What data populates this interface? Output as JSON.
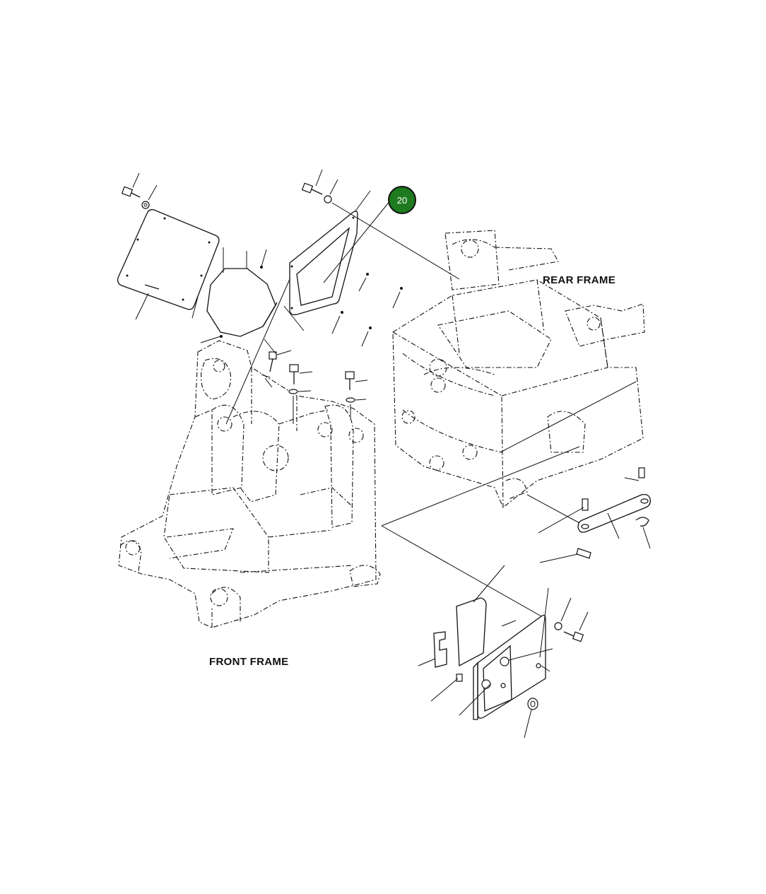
{
  "labels": {
    "rear_frame": "REAR FRAME",
    "front_frame": "FRONT FRAME"
  },
  "callout": {
    "number": "20",
    "color": "#1e7a1e"
  }
}
